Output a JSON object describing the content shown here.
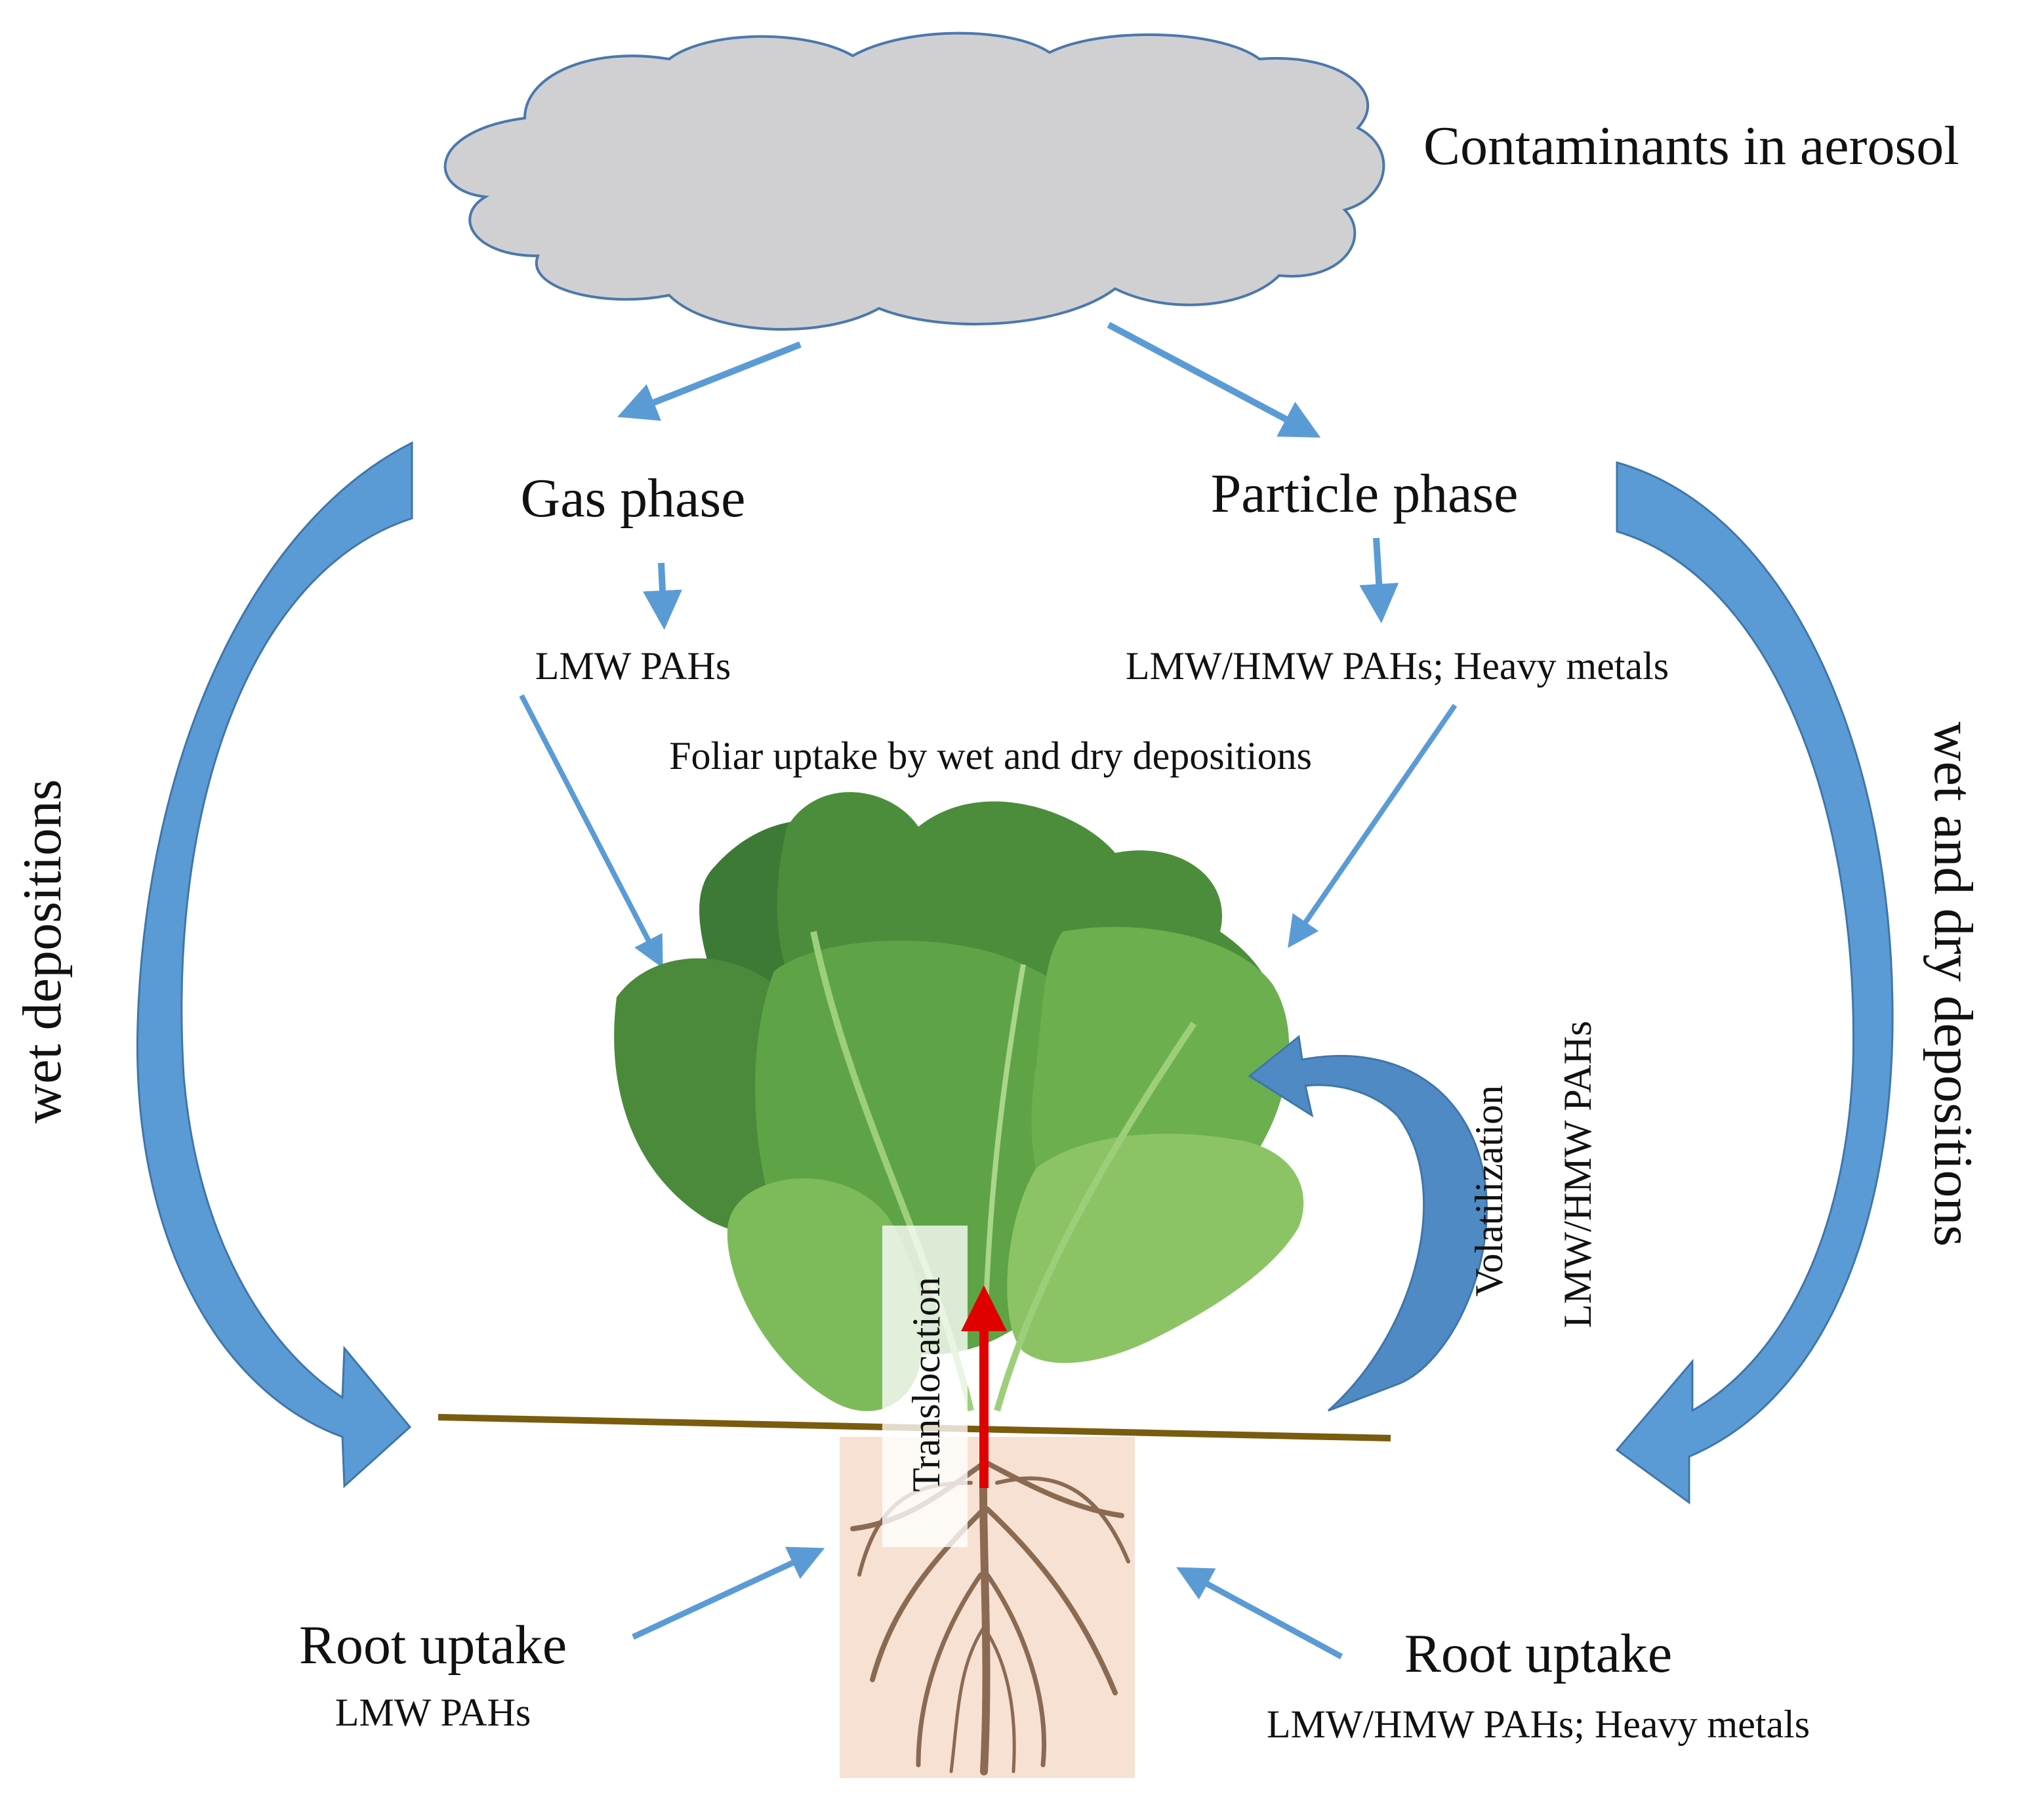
{
  "labels": {
    "cloud": "Contaminants in aerosol",
    "gas_phase": "Gas phase",
    "particle_phase": "Particle phase",
    "gas_lmw": "LMW PAHs",
    "particle_species": "LMW/HMW PAHs; Heavy metals",
    "foliar": "Foliar uptake by wet and dry depositions",
    "wet_depositions": "wet depositions",
    "wet_dry_depositions": "wet and dry depositions",
    "volatilization": "Volatilization",
    "volatilization_species": "LMW/HMW PAHs",
    "translocation": "Translocation",
    "root_uptake_left": "Root uptake",
    "root_uptake_left_species": "LMW PAHs",
    "root_uptake_right": "Root uptake",
    "root_uptake_right_species": "LMW/HMW PAHs; Heavy metals"
  },
  "colors": {
    "arrow_blue": "#5b9bd5",
    "arrow_dark_blue": "#3f76aa",
    "cloud_fill": "#d0d0d2",
    "cloud_stroke": "#4a78ad",
    "soil_line": "#7a5c0f",
    "soil_box": "#f6e1d3",
    "root_brown": "#8b6a52",
    "translocation_red": "#e00000",
    "leaf_dark": "#3c7a36",
    "leaf_mid": "#5fa347",
    "leaf_light": "#8cc465"
  }
}
